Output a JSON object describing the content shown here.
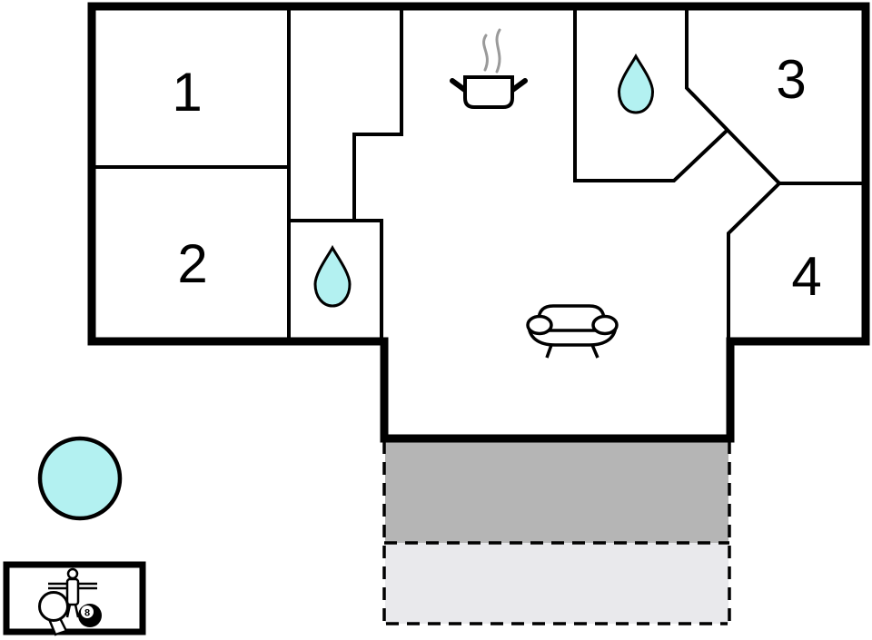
{
  "page": {
    "type": "holiday-home-floor-plan"
  },
  "colors": {
    "wall": "#000000",
    "interior": "#ffffff",
    "water": "#b3f1f1",
    "terrace_upper": "#b5b5b5",
    "terrace_lower": "#e9e9ec",
    "steam": "#9a9a9a",
    "ink": "#000000"
  },
  "rooms": {
    "room1": "1",
    "room2": "2",
    "room3": "3",
    "room4": "4"
  },
  "game_room": {
    "billiard_ball_number": "8"
  },
  "icons": {
    "bathroom_top": "water-drop-icon",
    "bathroom_left": "water-drop-icon",
    "kitchen": "cooking-pot-icon",
    "living_room": "sofa-icon",
    "outdoor": "hot-tub-icon",
    "game_room_1": "table-tennis-paddle-icon",
    "game_room_2": "foosball-player-icon",
    "game_room_3": "billiard-ball-icon"
  }
}
